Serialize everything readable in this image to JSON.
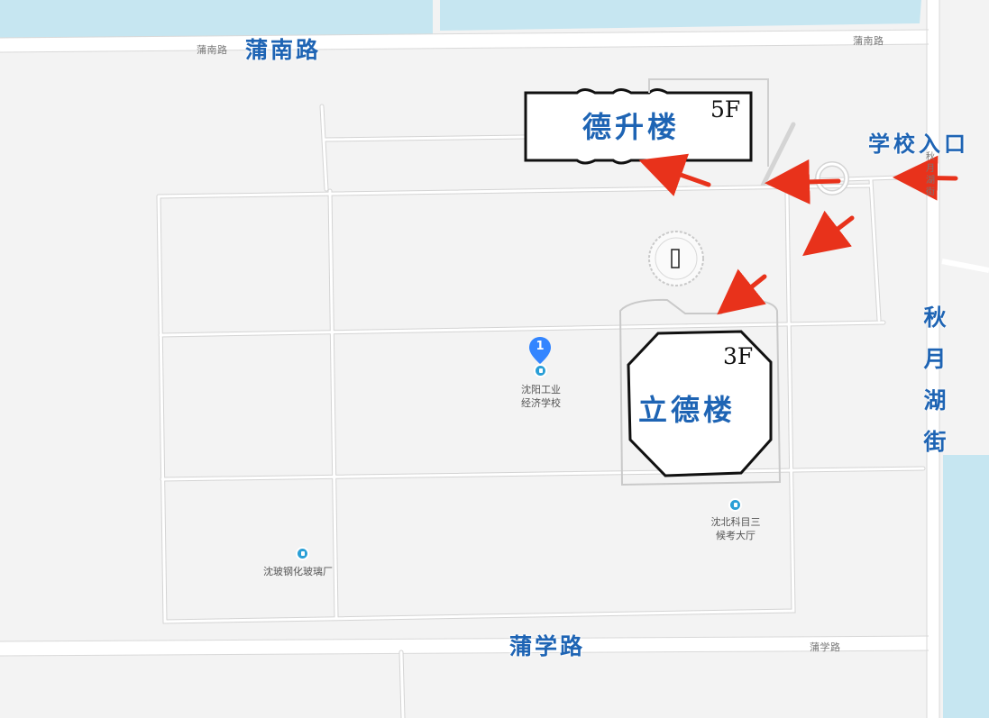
{
  "roads": {
    "north_small": "蒲南路",
    "north_big": "蒲南路",
    "north_small_right": "蒲南路",
    "south_big": "蒲学路",
    "south_small": "蒲学路",
    "east_big": [
      "秋",
      "月",
      "湖",
      "街"
    ],
    "east_small": [
      "秋",
      "月",
      "湖",
      "街"
    ]
  },
  "buildings": {
    "desheng": {
      "name": "德升楼",
      "floors": "5F"
    },
    "lide": {
      "name": "立德楼",
      "floors": "3F"
    }
  },
  "entrance_label": "学校入口",
  "pois": {
    "school": {
      "marker_number": "1",
      "line1": "沈阳工业",
      "line2": "经济学校"
    },
    "exam_hall": {
      "line1": "沈北科目三",
      "line2": "候考大厅"
    },
    "glass_factory": {
      "line1": "沈玻钢化玻璃厂"
    }
  },
  "colors": {
    "road_label": "#1e64b4",
    "water": "#c6e6f1",
    "arrow": "#e8321b",
    "marker": "#3385ff",
    "poi": "#2a9fd6"
  }
}
